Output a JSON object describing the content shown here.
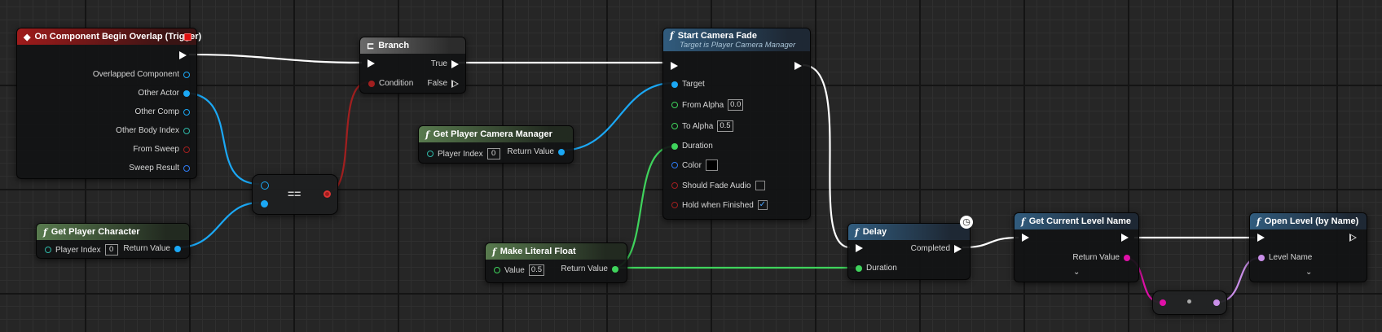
{
  "colors": {
    "exec": "#ffffff",
    "object": "#1ba8f5",
    "bool": "#a11f1f",
    "float": "#3fd35c",
    "string": "#e010a8",
    "name": "#c98ee8",
    "struct": "#2fb8a8"
  },
  "event_node": {
    "title": "On Component Begin Overlap (Trigger)",
    "pins": [
      "Overlapped Component",
      "Other Actor",
      "Other Comp",
      "Other Body Index",
      "From Sweep",
      "Sweep Result"
    ]
  },
  "branch_node": {
    "title": "Branch",
    "condition": "Condition",
    "true_label": "True",
    "false_label": "False"
  },
  "equal_node": {
    "symbol": "=="
  },
  "get_player_character": {
    "title": "Get Player Character",
    "player_index_label": "Player Index",
    "player_index_value": "0",
    "return_label": "Return Value"
  },
  "get_camera_manager": {
    "title": "Get Player Camera Manager",
    "player_index_label": "Player Index",
    "player_index_value": "0",
    "return_label": "Return Value"
  },
  "start_camera_fade": {
    "title": "Start Camera Fade",
    "subtitle": "Target is Player Camera Manager",
    "target": "Target",
    "from_alpha": "From Alpha",
    "from_alpha_value": "0.0",
    "to_alpha": "To Alpha",
    "to_alpha_value": "0.5",
    "duration": "Duration",
    "color": "Color",
    "should_fade_audio": "Should Fade Audio",
    "hold_when_finished": "Hold when Finished",
    "hold_checked": "✓"
  },
  "make_literal_float": {
    "title": "Make Literal Float",
    "value_label": "Value",
    "value": "0.5",
    "return_label": "Return Value"
  },
  "delay_node": {
    "title": "Delay",
    "completed": "Completed",
    "duration": "Duration"
  },
  "get_current_level_name": {
    "title": "Get Current Level Name",
    "return_label": "Return Value"
  },
  "open_level": {
    "title": "Open Level (by Name)",
    "level_name": "Level Name"
  }
}
